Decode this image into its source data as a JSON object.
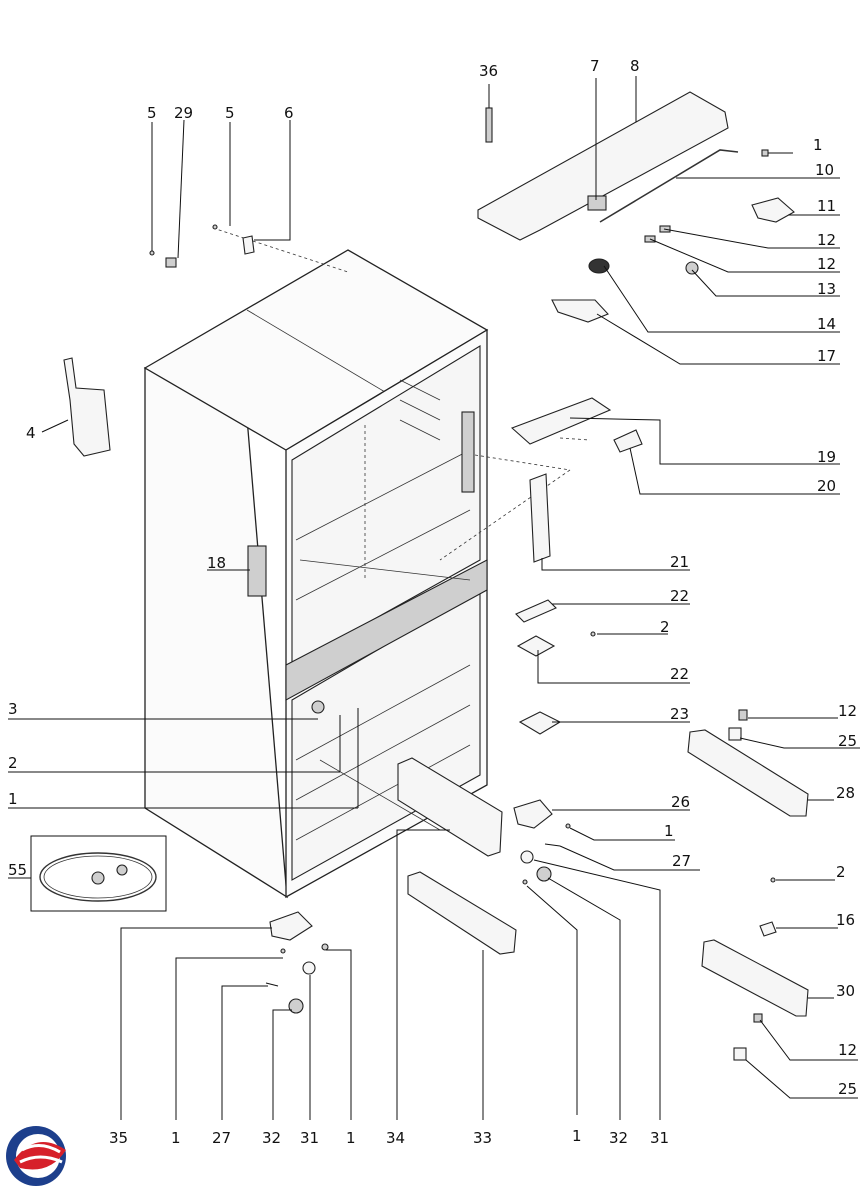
{
  "labels": [
    "36",
    "7",
    "8",
    "5",
    "29",
    "5",
    "6",
    "1",
    "10",
    "11",
    "12",
    "12",
    "13",
    "14",
    "17",
    "4",
    "19",
    "20",
    "18",
    "21",
    "22",
    "2",
    "22",
    "3",
    "23",
    "12",
    "25",
    "2",
    "28",
    "1",
    "26",
    "1",
    "27",
    "55",
    "2",
    "16",
    "30",
    "12",
    "25",
    "35",
    "1",
    "27",
    "32",
    "31",
    "1",
    "34",
    "33",
    "1",
    "32",
    "31"
  ],
  "colors": {
    "logo_blue": "#1d3f8c",
    "logo_red": "#d6202a",
    "line": "#111111"
  }
}
